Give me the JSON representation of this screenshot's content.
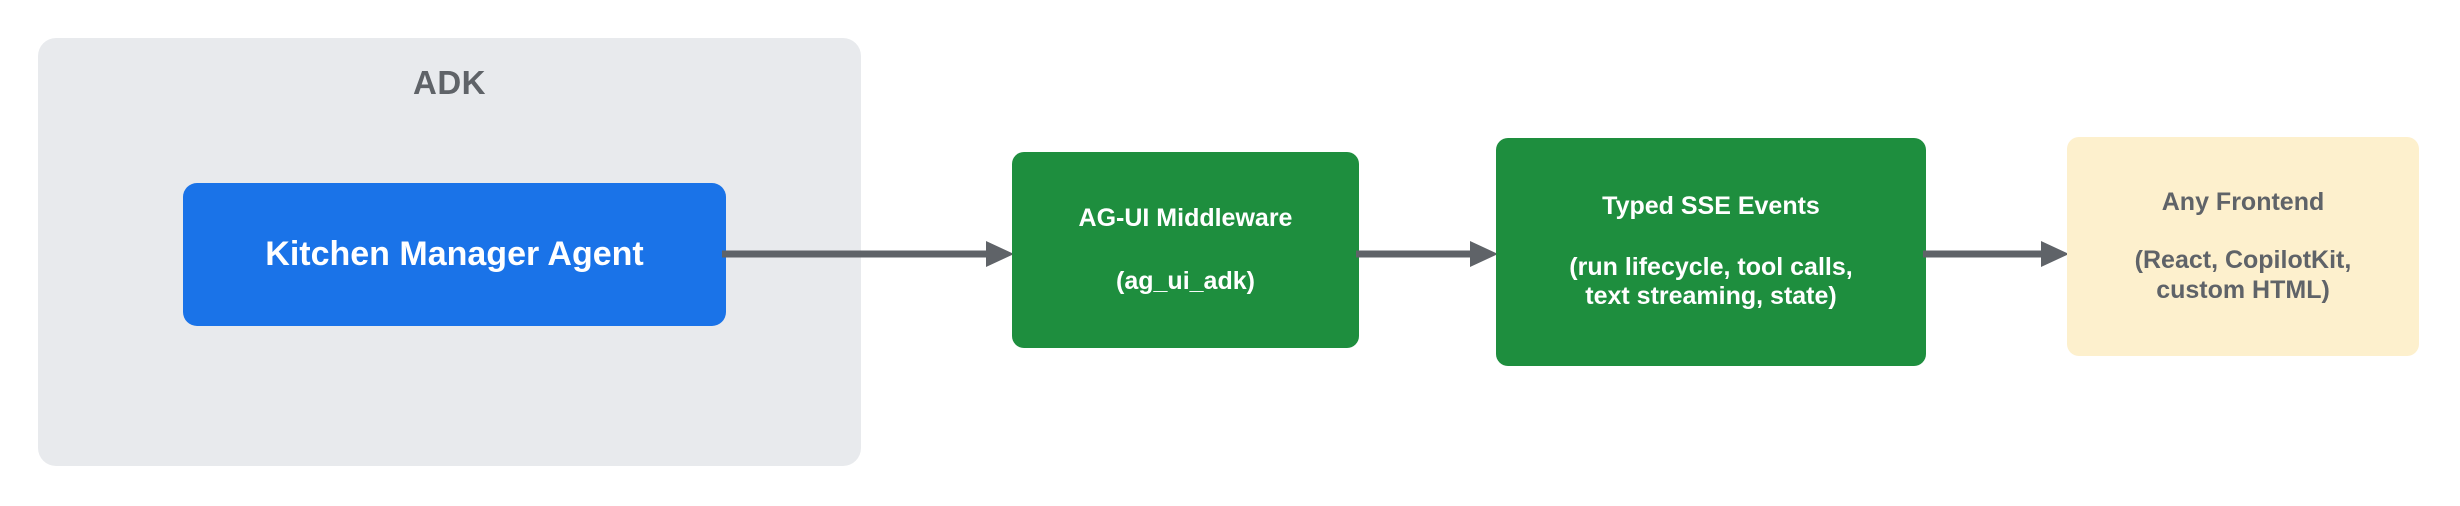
{
  "diagram": {
    "title_text": "ADK",
    "colors": {
      "group_background": "#e8eaed",
      "group_label": "#5f6368",
      "agent_box": "#1a73e8",
      "middleware_box": "#1e8e3e",
      "events_box": "#1e8e3e",
      "frontend_box": "#fdf0cd",
      "frontend_text": "#5f6368",
      "arrow": "#5f6368",
      "page_background": "#ffffff"
    },
    "group": {
      "label": "ADK"
    },
    "nodes": {
      "agent": {
        "label": "Kitchen Manager Agent"
      },
      "middleware": {
        "title": "AG-UI Middleware",
        "subtitle": "(ag_ui_adk)"
      },
      "events": {
        "title": "Typed SSE Events",
        "subtitle_line1": "(run lifecycle, tool calls,",
        "subtitle_line2": "text streaming, state)"
      },
      "frontend": {
        "title": "Any Frontend",
        "subtitle_line1": "(React, CopilotKit,",
        "subtitle_line2": "custom HTML)"
      }
    },
    "arrows": [
      {
        "name": "agent-to-middleware"
      },
      {
        "name": "middleware-to-events"
      },
      {
        "name": "events-to-frontend"
      }
    ]
  }
}
